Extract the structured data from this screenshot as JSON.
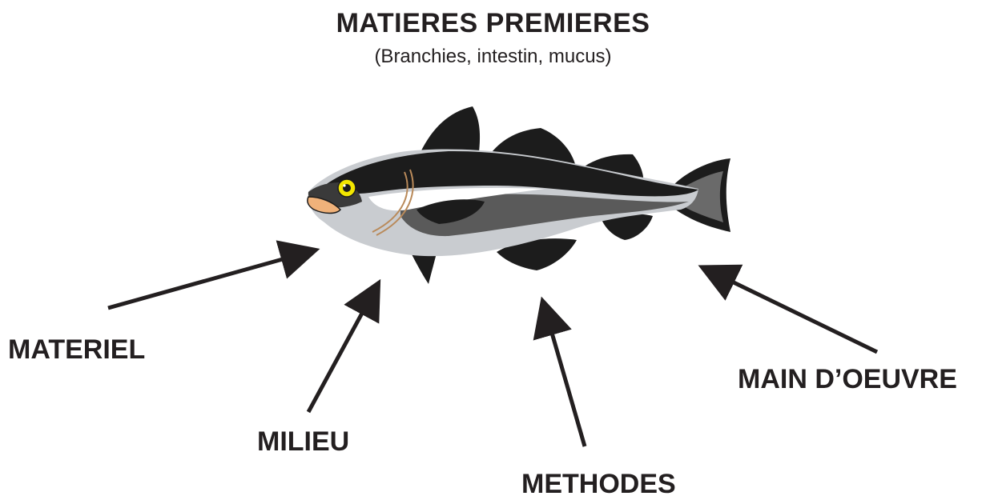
{
  "title": "MATIERES PREMIERES",
  "subtitle": "(Branchies, intestin, mucus)",
  "causes": {
    "materiel": "MATERIEL",
    "milieu": "MILIEU",
    "methodes": "METHODES",
    "main_oeuvre": "MAIN D’OEUVRE"
  },
  "central_image": "fish-illustration",
  "colors": {
    "text": "#231f20",
    "fish_dark": "#1c1c1c",
    "fish_mid": "#5a5a5a",
    "fish_light": "#c9ccd0",
    "eye": "#f2e600",
    "mouth": "#f0b27a"
  }
}
